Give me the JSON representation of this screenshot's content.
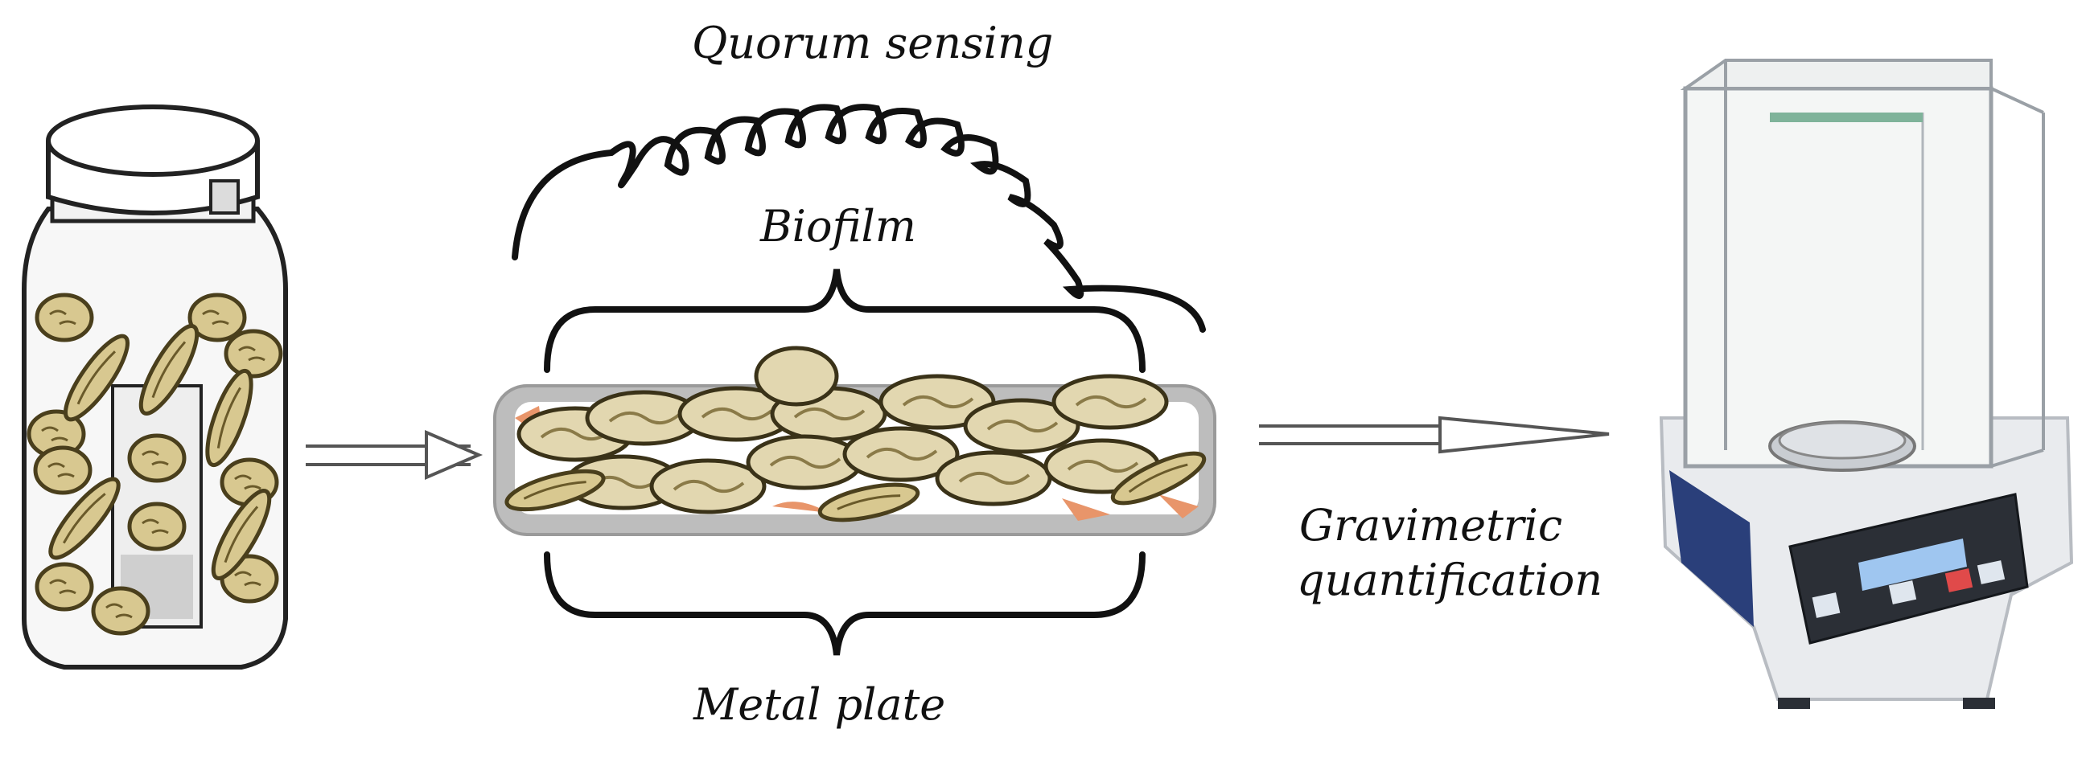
{
  "labels": {
    "quorum_sensing": "Quorum sensing",
    "biofilm": "Biofilm",
    "metal_plate": "Metal plate",
    "gravimetric_line1": "Gravimetric",
    "gravimetric_line2": "quantification"
  },
  "icons": {
    "jar": "culture-jar-icon",
    "plate": "metal-plate-icon",
    "balance": "analytical-balance-icon",
    "arrow": "double-arrow-icon"
  },
  "colors": {
    "bacteria_fill": "#d8c890",
    "bacteria_outline": "#4a3f1c",
    "plate_gray": "#bdbdbd",
    "rust": "#e8956a",
    "display_blue": "#9fc6f0",
    "balance_blue": "#2a3f7a",
    "ink": "#111111"
  }
}
